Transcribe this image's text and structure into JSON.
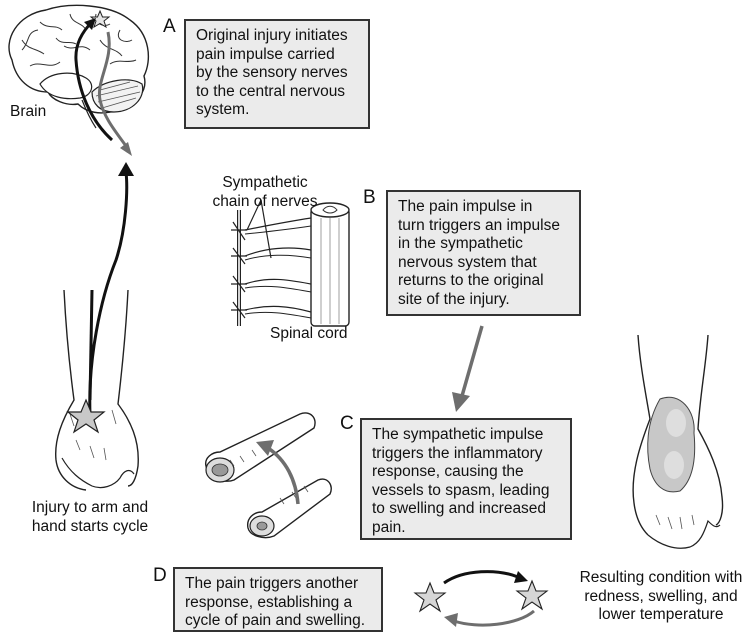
{
  "steps": [
    {
      "letter": "A",
      "lines": [
        "Original injury initiates",
        "pain impulse carried",
        "by the sensory nerves",
        "to the central nervous",
        "system."
      ]
    },
    {
      "letter": "B",
      "lines": [
        "The pain impulse in",
        "turn triggers an impulse",
        "in the sympathetic",
        "nervous system that",
        "returns to the original",
        "site of the injury."
      ]
    },
    {
      "letter": "C",
      "lines": [
        "The sympathetic impulse",
        "triggers the inflammatory",
        "response, causing the",
        "vessels to spasm, leading",
        "to swelling and increased",
        "pain."
      ]
    },
    {
      "letter": "D",
      "lines": [
        "The pain triggers another",
        "response, establishing a",
        "cycle of pain and swelling."
      ]
    }
  ],
  "labels": {
    "brain": "Brain",
    "sympathetic_chain": [
      "Sympathetic",
      "chain of nerves"
    ],
    "spinal_cord": "Spinal cord",
    "injury": [
      "Injury to arm and",
      "hand starts cycle"
    ],
    "result": [
      "Resulting condition with",
      "redness, swelling, and",
      "lower temperature"
    ]
  },
  "colors": {
    "box_fill": "#ebebeb",
    "box_border": "#333333",
    "arrow_dark": "#111111",
    "arrow_gray": "#6e6e6e",
    "swelling": "#c8c8c8"
  }
}
